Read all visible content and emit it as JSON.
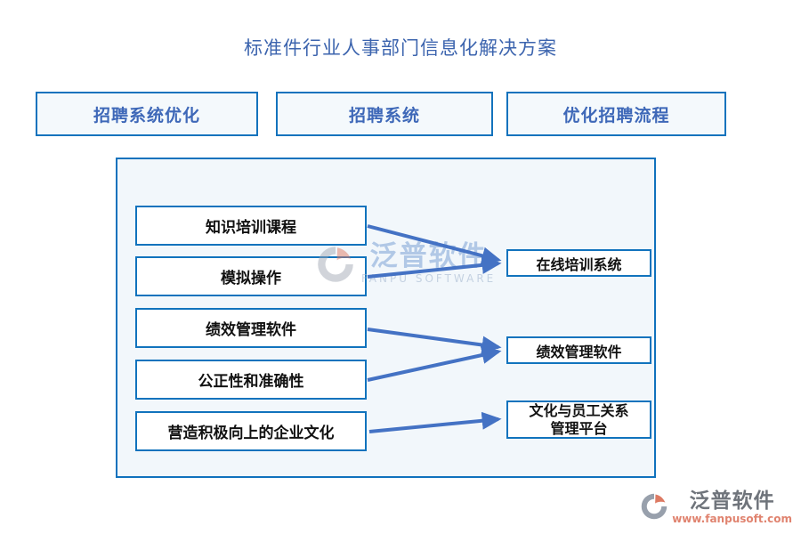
{
  "page": {
    "title": "标准件行业人事部门信息化解决方案"
  },
  "top_buttons": [
    {
      "label": "招聘系统优化"
    },
    {
      "label": "招聘系统"
    },
    {
      "label": "优化招聘流程"
    }
  ],
  "diagram": {
    "left_boxes": [
      {
        "label": "知识培训课程"
      },
      {
        "label": "模拟操作"
      },
      {
        "label": "绩效管理软件"
      },
      {
        "label": "公正性和准确性"
      },
      {
        "label": "营造积极向上的企业文化"
      }
    ],
    "right_boxes": [
      {
        "label": "在线培训系统"
      },
      {
        "label": "绩效管理软件"
      },
      {
        "label": "文化与员工关系管理平台",
        "line1": "文化与员工关系",
        "line2": "管理平台"
      }
    ],
    "connections": [
      {
        "from": "知识培训课程",
        "to": "在线培训系统"
      },
      {
        "from": "模拟操作",
        "to": "在线培训系统"
      },
      {
        "from": "绩效管理软件",
        "to": "绩效管理软件"
      },
      {
        "from": "公正性和准确性",
        "to": "绩效管理软件"
      },
      {
        "from": "营造积极向上的企业文化",
        "to": "文化与员工关系管理平台"
      }
    ]
  },
  "watermark": {
    "brand": "泛普软件",
    "subtitle": "FANPU SOFTWARE"
  },
  "footer_logo": {
    "brand": "泛普软件",
    "url": "www.fanpusoft.com"
  },
  "colors": {
    "title_text": "#3C64AE",
    "button_text": "#3E68B8",
    "border_blue": "#1072BD",
    "arrow_blue": "#4472C4",
    "panel_bg": "#F2F7FB",
    "button_bg": "#F4F9FC",
    "box_text": "#111111",
    "footer_brand_text": "#6F747B",
    "footer_url_text": "#E0836F",
    "logo_salmon": "#DD7A63",
    "logo_gray": "#98A0AC"
  }
}
